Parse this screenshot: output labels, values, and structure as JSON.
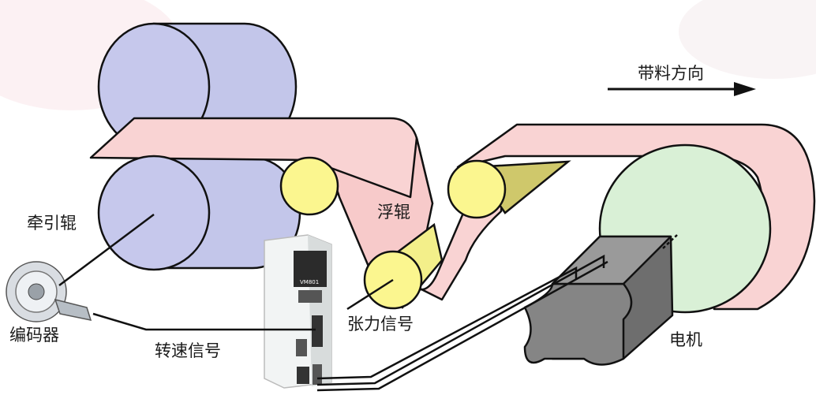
{
  "labels": {
    "direction": "带料方向",
    "traction_roller": "牵引辊",
    "float_roller": "浮辊",
    "encoder": "编码器",
    "tension_signal": "张力信号",
    "speed_signal": "转速信号",
    "motor": "电机",
    "drive_brand": "VM801"
  },
  "colors": {
    "background": "#ffffff",
    "roller_blue": "#c6c8ec",
    "web_pink": "#f9d3d3",
    "idler_yellow": "#fbf68f",
    "motor_green": "#d9f0d6",
    "motor_body": "#7b7b7b",
    "outline": "#111111"
  }
}
